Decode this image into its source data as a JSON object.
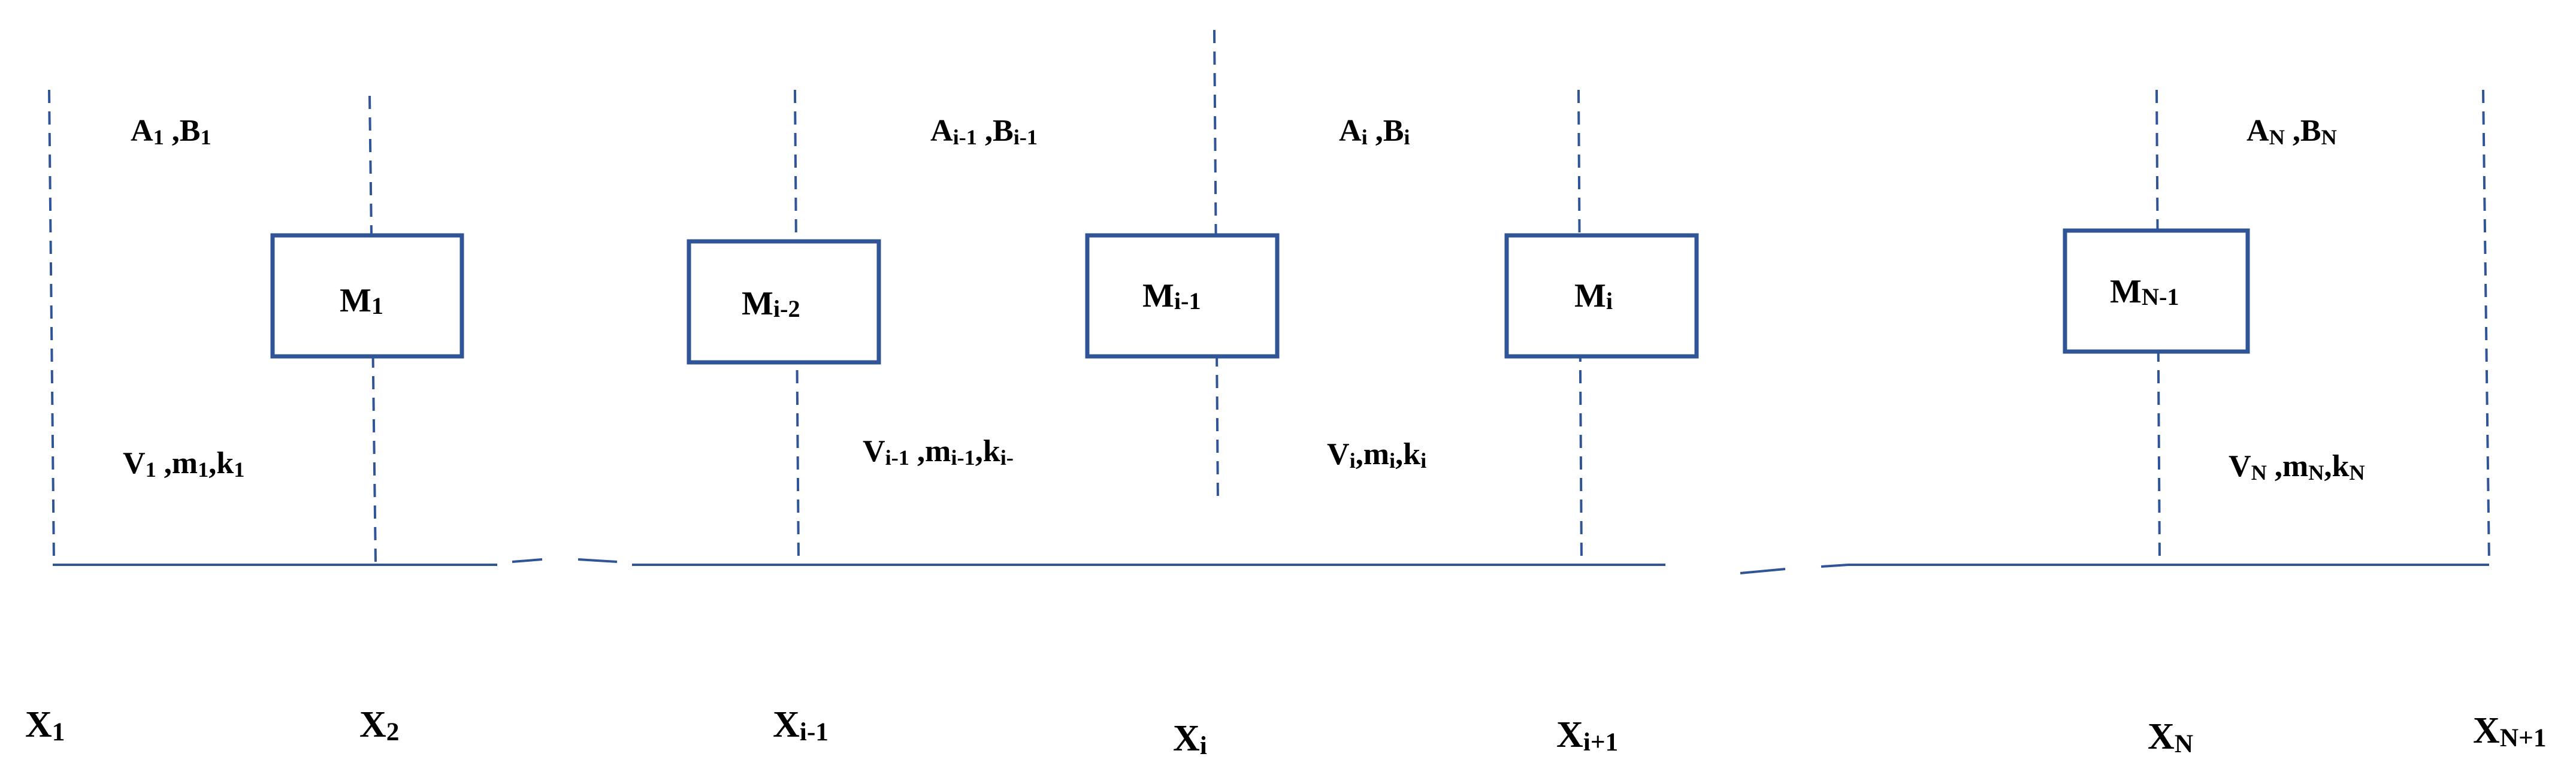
{
  "colors": {
    "line": "#2f5597",
    "box_border": "#2f5597",
    "text": "#000000",
    "background": "#ffffff"
  },
  "top_labels": [
    {
      "a": "A",
      "a_sub": "1",
      "b": "B",
      "b_sub": "1"
    },
    {
      "a": "A",
      "a_sub": "i-1",
      "b": "B",
      "b_sub": "i-1"
    },
    {
      "a": "A",
      "a_sub": "i",
      "b": "B",
      "b_sub": "i"
    },
    {
      "a": "A",
      "a_sub": "N",
      "b": "B",
      "b_sub": "N"
    }
  ],
  "boxes": [
    {
      "main": "M",
      "sub": "1"
    },
    {
      "main": "M",
      "sub": "i-2"
    },
    {
      "main": "M",
      "sub": "i-1"
    },
    {
      "main": "M",
      "sub": "i"
    },
    {
      "main": "M",
      "sub": "N-1"
    }
  ],
  "mid_labels": [
    {
      "v": "V",
      "v_sub": "1",
      "m": "m",
      "m_sub": "1",
      "k": "k",
      "k_sub": "1"
    },
    {
      "v": "V",
      "v_sub": "i-1",
      "m": "m",
      "m_sub": "i-1",
      "k": "k",
      "k_sub": "i-"
    },
    {
      "v": "V",
      "v_sub": "i",
      "m": "m",
      "m_sub": "i",
      "k": "k",
      "k_sub": "i"
    },
    {
      "v": "V",
      "v_sub": "N",
      "m": "m",
      "m_sub": "N",
      "k": "k",
      "k_sub": "N"
    }
  ],
  "x_labels": [
    {
      "main": "X",
      "sub": "1"
    },
    {
      "main": "X",
      "sub": "2"
    },
    {
      "main": "X",
      "sub": "i-1"
    },
    {
      "main": "X",
      "sub": "i"
    },
    {
      "main": "X",
      "sub": "i+1"
    },
    {
      "main": "X",
      "sub": "N"
    },
    {
      "main": "X",
      "sub": "N+1"
    }
  ]
}
